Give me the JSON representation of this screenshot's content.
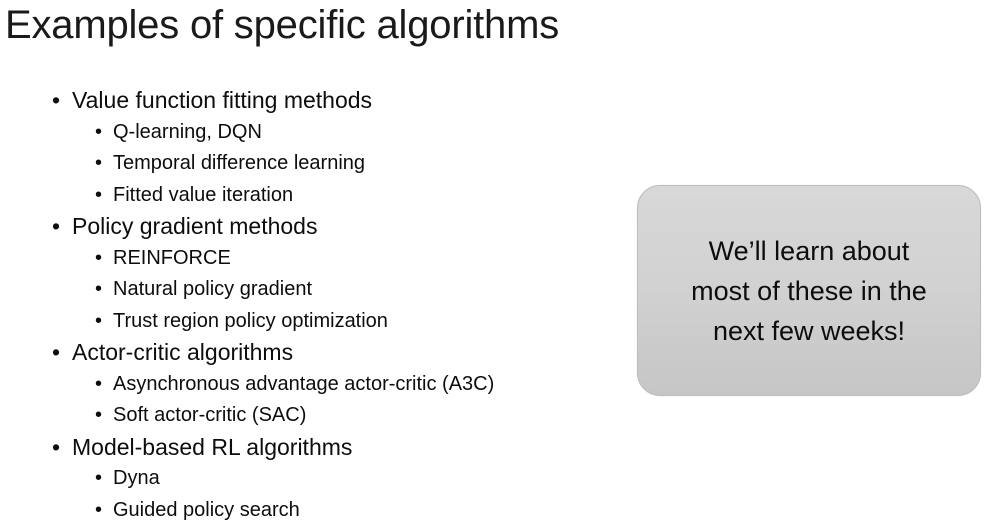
{
  "slide": {
    "title": "Examples of specific algorithms",
    "bullet_marker": "•",
    "text_color": "#0d0d0d",
    "background": "#ffffff",
    "groups": [
      {
        "heading": "Value function fitting methods",
        "items": [
          "Q-learning, DQN",
          "Temporal difference learning",
          "Fitted value iteration"
        ]
      },
      {
        "heading": "Policy gradient methods",
        "items": [
          "REINFORCE",
          "Natural policy gradient",
          "Trust region policy optimization"
        ]
      },
      {
        "heading": "Actor-critic algorithms",
        "items": [
          "Asynchronous advantage actor-critic (A3C)",
          "Soft actor-critic (SAC)"
        ]
      },
      {
        "heading": "Model-based RL algorithms",
        "items": [
          "Dyna",
          "Guided policy search"
        ]
      }
    ],
    "callout": {
      "line1": "We’ll learn about",
      "line2": "most of these in the",
      "line3": "next few weeks!",
      "fill_top": "#d8d8d8",
      "fill_bottom": "#c6c6c6",
      "border_color": "#bdbdbd"
    }
  }
}
